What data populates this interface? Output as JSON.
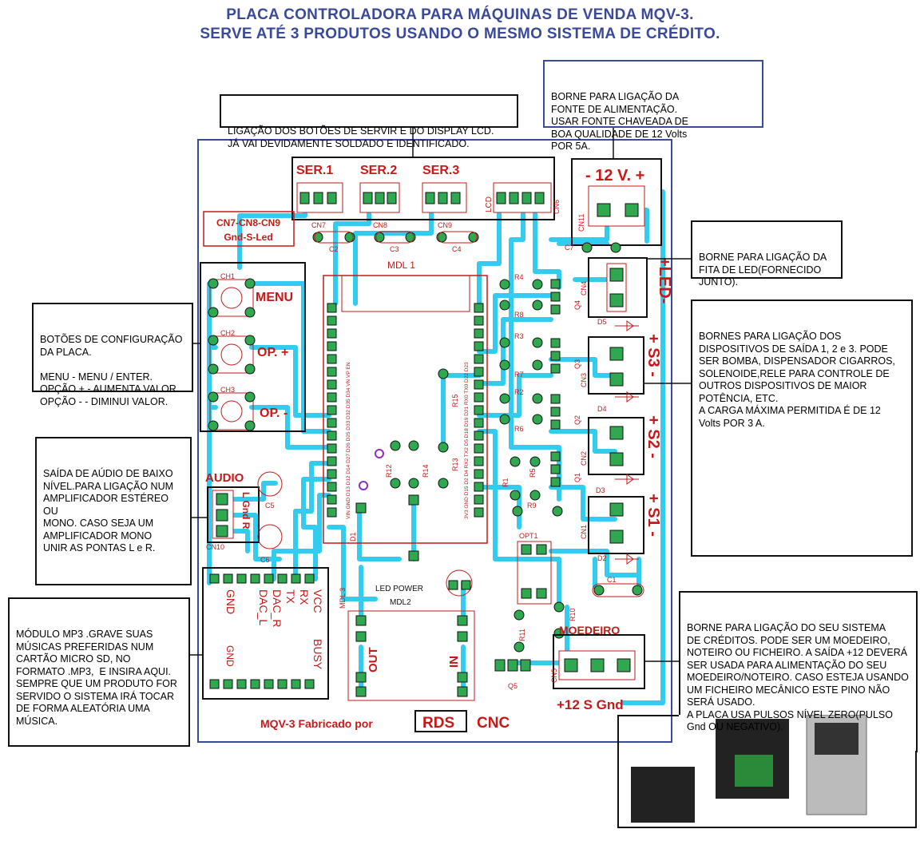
{
  "title": {
    "line1": "PLACA CONTROLADORA PARA MÁQUINAS DE VENDA MQV-3.",
    "line2": "SERVE ATÉ 3 PRODUTOS USANDO O MESMO SISTEMA DE CRÉDITO."
  },
  "notes": {
    "power_supply": "BORNE PARA LIGAÇÃO DA\nFONTE DE ALIMENTAÇÃO.\nUSAR FONTE CHAVEADA DE\nBOA QUALIDADE DE 12 Volts\nPOR 5A.",
    "buttons_lcd": "LIGAÇÃO DOS BOTÕES DE SERVIR E DO DISPLAY LCD.\nJÁ VAI DEVIDAMENTE SOLDADO E IDENTIFICADO.",
    "led_strip": "BORNE PARA LIGAÇÃO DA\nFITA DE LED(FORNECIDO\nJUNTO).",
    "outputs": "BORNES PARA LIGAÇÃO DOS\nDISPOSITIVOS DE SAÍDA 1, 2 e 3. PODE\nSER BOMBA, DISPENSADOR CIGARROS,\nSOLENOIDE,RELE PARA CONTROLE DE\nOUTROS DISPOSITIVOS DE MAIOR\nPOTÊNCIA, ETC.\nA CARGA MÁXIMA PERMITIDA É DE 12\nVolts POR 3 A.",
    "config_buttons": "BOTÕES DE CONFIGURAÇÃO\nDA PLACA.\n\nMENU - MENU / ENTER.\nOPÇÃO + - AUMENTA VALOR.\nOPÇÃO - - DIMINUI VALOR.",
    "audio": "SAÍDA DE AÚDIO DE BAIXO\nNÍVEL.PARA LIGAÇÃO NUM\nAMPLIFICADOR ESTÉREO OU\nMONO. CASO SEJA UM\nAMPLIFICADOR MONO\nUNIR AS PONTAS L e R.",
    "mp3": "MÓDULO MP3 .GRAVE SUAS\nMÚSICAS PREFERIDAS NUM\nCARTÃO MICRO SD, NO\nFORMATO .MP3,  E INSIRA AQUI.\nSEMPRE QUE UM PRODUTO FOR\nSERVIDO O SISTEMA IRÁ TOCAR\nDE FORMA ALEATÓRIA UMA\nMÚSICA.",
    "credit": "BORNE PARA LIGAÇÃO DO SEU SISTEMA\nDE CRÉDITOS. PODE SER UM MOEDEIRO,\nNOTEIRO OU FICHEIRO. A SAÍDA +12 DEVERÁ\nSER USADA PARA ALIMENTAÇÃO DO SEU\nMOEDEIRO/NOTEIRO. CASO ESTEJA USANDO\nUM FICHEIRO MECÂNICO ESTE PINO NÃO\nSERÁ USADO.\nA PLACA USA PULSOS NÍVEL ZERO(PULSO\nGnd OU NEGATIVO)."
  },
  "board": {
    "ser1": "SER.1",
    "ser2": "SER.2",
    "ser3": "SER.3",
    "lcd": "LCD",
    "cn6": "CN6",
    "cn7": "CN7",
    "cn8": "CN8",
    "cn9": "CN9",
    "c2": "C2",
    "c3": "C3",
    "c4": "C4",
    "cn_label1": "CN7-CN8-CN9",
    "cn_label2": "Gnd-S-Led",
    "power_label": "- 12 V. +",
    "cn11": "CN11",
    "c7": "C7",
    "mdl1": "MDL 1",
    "led_label": "+LED-",
    "cn4": "CN4",
    "q4": "Q4",
    "r4": "R4",
    "r8": "R8",
    "r3": "R3",
    "r7": "R7",
    "q3": "Q3",
    "r2": "R2",
    "r6": "R6",
    "q2": "Q2",
    "s3": "+ S3 -",
    "s2": "+ S2 -",
    "s1": "+ S1 -",
    "cn3": "CN3",
    "cn2": "CN2",
    "cn1": "CN1",
    "d5": "D5",
    "d4": "D4",
    "d3": "D3",
    "d2": "D2",
    "ch1": "CH1",
    "ch2": "CH2",
    "ch3": "CH3",
    "menu": "MENU",
    "op_plus": "OP. +",
    "op_minus": "OP. -",
    "audio": "AUDIO",
    "audio_pins": "L Gnd R",
    "cn10": "CN10",
    "c5": "C5",
    "c6": "C6",
    "d1": "D1",
    "r12": "R12",
    "r13": "R13",
    "r14": "R14",
    "r15": "R15",
    "r1": "R1",
    "r5": "R5",
    "r9": "R9",
    "q1": "Q1",
    "opt1": "OPT1",
    "c1": "C1",
    "r10": "R10",
    "r11": "R11",
    "q5": "Q5",
    "moedeiro": "MOEDEIRO",
    "cn5": "CN5",
    "coin_pins": "+12 S Gnd",
    "led_power": "LED POWER",
    "mdl2": "MDL2",
    "out": "OUT",
    "in": "IN",
    "mdl3": "MDL 3",
    "mp3_pins_top": [
      "VCC",
      "RX",
      "TX",
      "DAC_R",
      "DAC_L",
      "GND"
    ],
    "busy": "BUSY",
    "gnd": "GND",
    "footer_prefix": "MQV-3   Fabricado por",
    "footer_rds": "RDS",
    "footer_cnc": "CNC",
    "mcu_left_pins": "VIN GND D13 D12 D14 D27 D26 D25 D33 D32 D35 D34 VN VP EN",
    "mcu_right_pins": "3V3 GND D15 D2 D4 RX2 TX2 D5 D18 D19 D21 RX0 TX0 D22 D23"
  },
  "colors": {
    "title": "#3a4a9a",
    "trace": "#33ccee",
    "pad": "#2fa84f",
    "silk": "#c41a1a",
    "board_border": "#3a4a9a"
  }
}
